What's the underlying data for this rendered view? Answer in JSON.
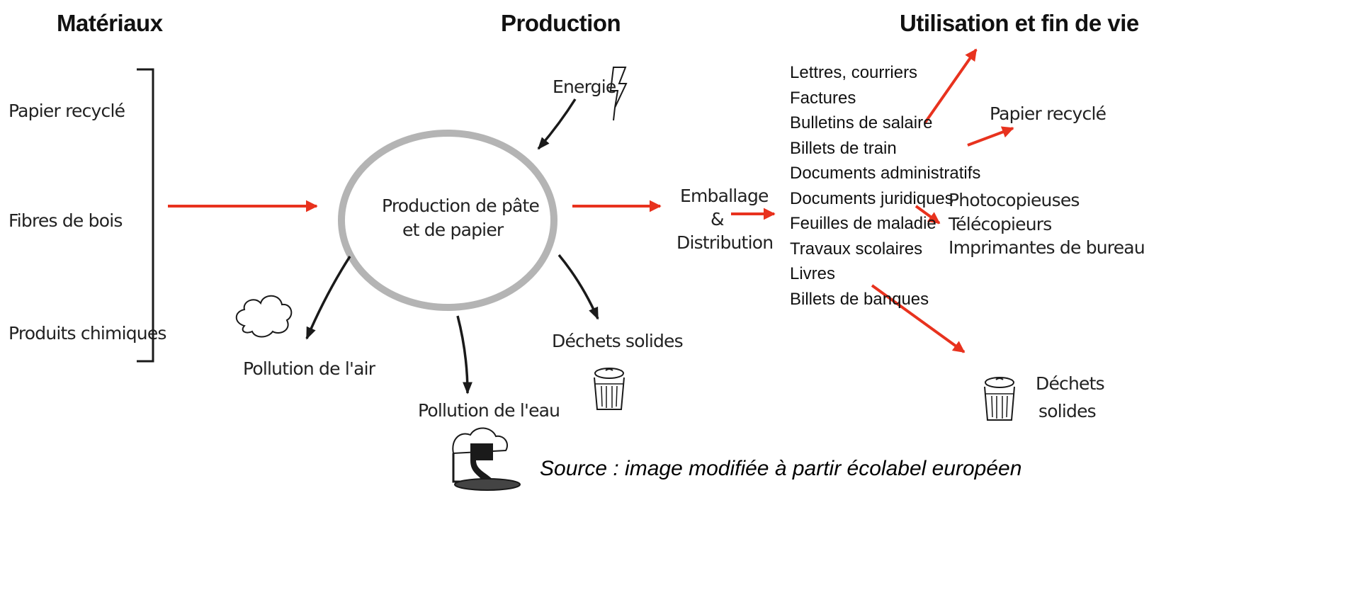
{
  "headers": {
    "materials": "Matériaux",
    "production": "Production",
    "use_end_of_life": "Utilisation et fin de vie"
  },
  "materials": {
    "recycled_paper": "Papier recyclé",
    "wood_fibres": "Fibres de bois",
    "chemicals": "Produits chimiques"
  },
  "production": {
    "energy": "Energie",
    "process_line1": "Production de pâte",
    "process_line2": "et de papier",
    "air_pollution": "Pollution de l'air",
    "water_pollution": "Pollution de l'eau",
    "solid_waste": "Déchets solides"
  },
  "distribution": {
    "line1": "Emballage",
    "line2": "&",
    "line3": "Distribution"
  },
  "uses": [
    "Lettres, courriers",
    "Factures",
    "Bulletins de salaire",
    "Billets de train",
    "Documents administratifs",
    "Documents juridiques",
    "Feuilles de maladie",
    "Travaux scolaires",
    "Livres",
    "Billets de banques"
  ],
  "end_of_life": {
    "recycled_paper": "Papier recyclé",
    "devices": [
      "Photocopieuses",
      "Télécopieurs",
      "Imprimantes de bureau"
    ],
    "solid_waste_line1": "Déchets",
    "solid_waste_line2": "solides"
  },
  "source": "Source : image modifiée à partir écolabel européen",
  "colors": {
    "flow_arrow": "#e8321e",
    "impact_arrow": "#1a1a1a",
    "process_ring": "#b4b4b4"
  },
  "icons": [
    "lightning-icon",
    "cloud-icon",
    "trash-can-icon",
    "water-outflow-icon"
  ]
}
